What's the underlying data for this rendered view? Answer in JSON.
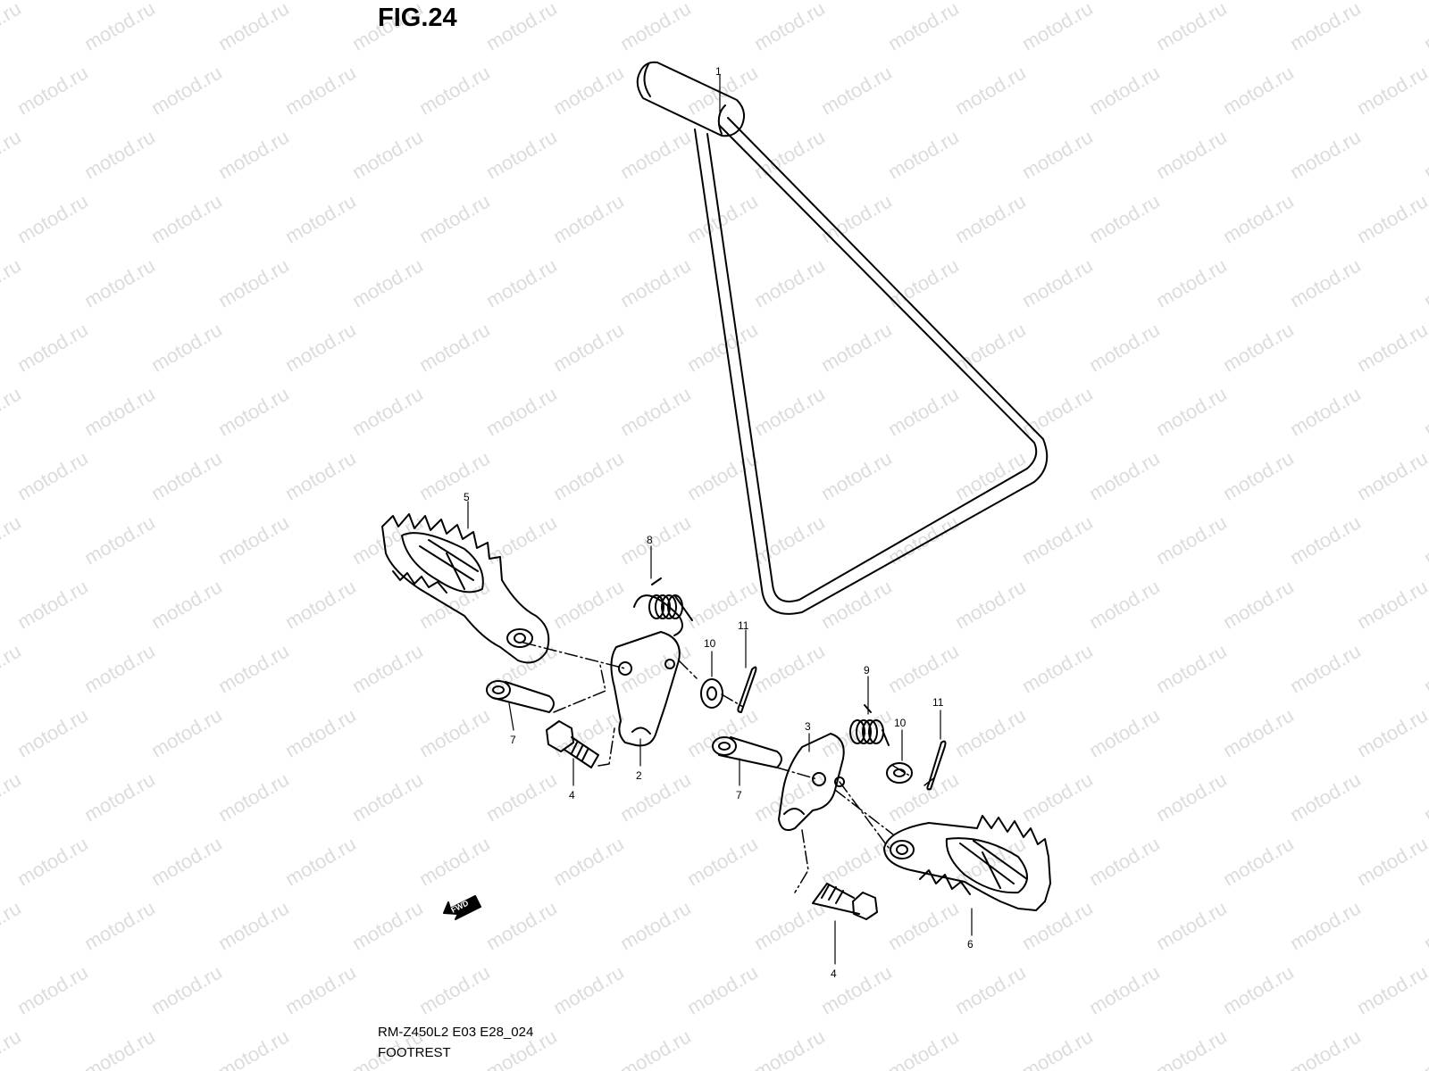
{
  "figure": {
    "title": "FIG.24",
    "code": "RM-Z450L2 E03 E28_024",
    "caption": "FOOTREST"
  },
  "watermark": {
    "text": "motod.ru",
    "color": "#dcdcdc"
  },
  "fwd_label": "FWD",
  "callouts": [
    {
      "id": "1",
      "number": "1"
    },
    {
      "id": "2",
      "number": "2"
    },
    {
      "id": "3",
      "number": "3"
    },
    {
      "id": "4a",
      "number": "4"
    },
    {
      "id": "4b",
      "number": "4"
    },
    {
      "id": "5",
      "number": "5"
    },
    {
      "id": "6",
      "number": "6"
    },
    {
      "id": "7a",
      "number": "7"
    },
    {
      "id": "7b",
      "number": "7"
    },
    {
      "id": "8",
      "number": "8"
    },
    {
      "id": "9",
      "number": "9"
    },
    {
      "id": "10a",
      "number": "10"
    },
    {
      "id": "10b",
      "number": "10"
    },
    {
      "id": "11a",
      "number": "11"
    },
    {
      "id": "11b",
      "number": "11"
    }
  ]
}
